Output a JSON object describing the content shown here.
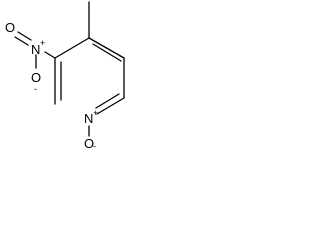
{
  "molecule": {
    "atoms": {
      "nitro_oxygen_top": "O",
      "nitro_nitrogen": "N",
      "nitro_nitrogen_charge": "+",
      "nitro_oxygen_bottom": "O",
      "nitro_oxygen_bottom_charge": "-",
      "ring_nitrogen": "N",
      "ring_nitrogen_charge": "+",
      "oxide_oxygen": "O",
      "oxide_oxygen_charge": "-"
    }
  }
}
